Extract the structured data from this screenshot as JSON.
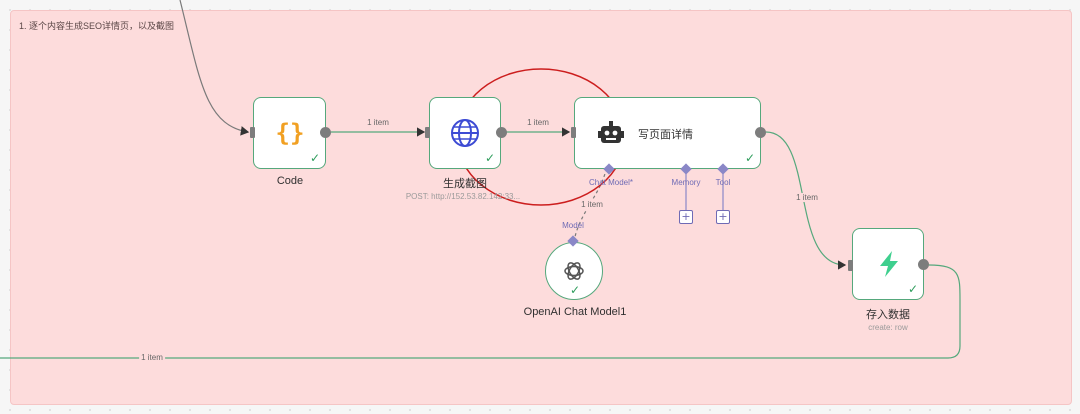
{
  "sticky": {
    "title": "1. 逐个内容生成SEO详情页，以及截图"
  },
  "colors": {
    "node_border": "#55a87c",
    "success": "#2e9d5c",
    "sticky_bg": "#fddcdc",
    "annotation": "#cc1e1e",
    "subport": "#8a87c7"
  },
  "nodes": {
    "code": {
      "label": "Code",
      "icon": "braces-icon"
    },
    "screenshot": {
      "label": "生成截图",
      "subtitle": "POST: http://152.53.82.142:33...",
      "icon": "globe-icon"
    },
    "agent": {
      "label": "写页面详情",
      "icon": "robot-icon",
      "ports": {
        "chat_model": "Chat Model*",
        "memory": "Memory",
        "tool": "Tool"
      }
    },
    "openai": {
      "label": "OpenAI Chat Model1",
      "port": "Model",
      "icon": "openai-icon"
    },
    "store": {
      "label": "存入数据",
      "subtitle": "create: row",
      "icon": "bolt-icon"
    }
  },
  "edges": {
    "code_to_screenshot": "1 item",
    "screenshot_to_agent": "1 item",
    "model_to_agent": "1 item",
    "agent_to_store": "1 item",
    "loop_back": "1 item"
  },
  "buttons": {
    "add": "+"
  }
}
